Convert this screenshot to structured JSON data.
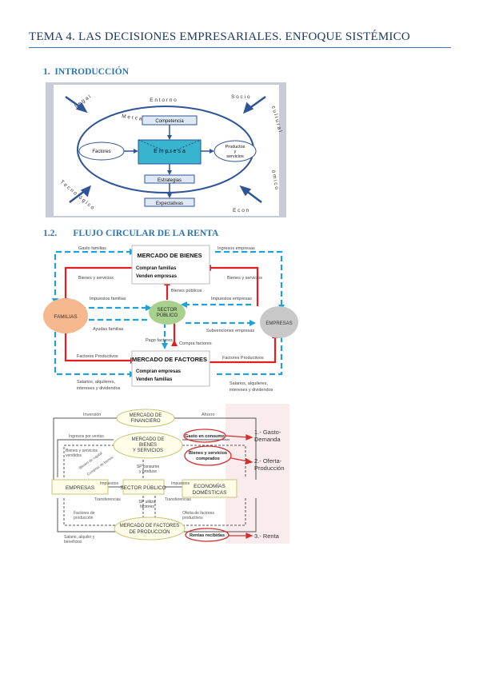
{
  "doc": {
    "title": "TEMA 4. LAS DECISIONES EMPRESARIALES. ENFOQUE SISTÉMICO"
  },
  "sections": [
    {
      "number": "1.",
      "title": "INTRODUCCIÓN"
    },
    {
      "number": "1.2.",
      "title": "FLUJO CIRCULAR DE LA RENTA"
    }
  ],
  "fig1": {
    "entorno": "E n t o r n o",
    "legal": "L e g a l",
    "socio": "S o c i o",
    "cultural": "c u l t u r a l",
    "tecnologico": "T e c n o l ó g i c o",
    "econo": "E c o n",
    "omico": "ó m i c o",
    "mercado": "M e r c a d o",
    "competencia": "Competencia",
    "empresa": "E m p r e s a",
    "factores": "Factores",
    "productos": "Productos",
    "y": "y",
    "servicios": "servicios",
    "estrategias": "Estrategias",
    "expectativas": "Expectativas"
  },
  "fig2": {
    "mercado_bienes": "MERCADO DE BIENES",
    "compran_familias": "Compran familias",
    "venden_empresas": "Venden empresas",
    "mercado_factores": "MERCADO DE FACTORES",
    "compran_empresas": "Compran empresas",
    "venden_familias": "Venden familias",
    "familias": "FAMILIAS",
    "empresas": "EMPRESAS",
    "sector_publico_1": "SECTOR",
    "sector_publico_2": "PÚBLICO",
    "gasto_familias": "Gasto familias",
    "ingresos_empresas": "Ingresos empresas",
    "bienes_servicios_l": "Bienes y servicios",
    "bienes_servicios_r": "Bienes y servicios",
    "bienes_publicos": "Bienes públicos",
    "impuestos_familias": "Impuestos familias",
    "impuestos_empresas": "Impuestos empresas",
    "ayudas_familias": "Ayudas familias",
    "subvenciones_empresas": "Subvenciones empresas",
    "pago_factores": "Pago factores",
    "compra_factores": "Compra factores",
    "factores_productivos_l": "Factores Productivos",
    "factores_productivos_r": "Factores Productivos",
    "salarios_1": "Salarios, alquileres,",
    "salarios_2": "intereses y dividendos",
    "salarios_r1": "Salarios, alquileres,",
    "salarios_r2": "intereses y dividendos"
  },
  "fig3": {
    "mercado_financiero_1": "MERCADO DE",
    "mercado_financiero_2": "FINANCIERO",
    "inversion": "Inversión",
    "ahorro": "Ahorro",
    "mercado_bienes_1": "MERCADO DE",
    "mercado_bienes_2": "BIENES",
    "mercado_bienes_3": "Y SERVICIOS",
    "ingresos_por_ventas": "Ingresos por ventas",
    "gasto_en_consumo": "Gasto en consumo",
    "bienes_vendidos_1": "Bienes y servicios",
    "bienes_vendidos_2": "vendidos",
    "bienes_comprados_1": "Bienes y servicios",
    "bienes_comprados_2": "comprados",
    "bienes_de_capital": "Bienes de capital",
    "compras_de_bienes": "Compras de bienes",
    "sp_consume_1": "SP consume",
    "sp_consume_2": "y produce",
    "empresas": "EMPRESAS",
    "sector_publico": "SECTOR PÚBLICO",
    "economias_1": "ECONOMÍAS",
    "economias_2": "DOMÉSTICAS",
    "impuestos_l": "Impuestos",
    "impuestos_r": "Impuestos",
    "transferencias_l": "Transferencias",
    "transferencias_r": "Transferencias",
    "sp_utiliza_1": "SP utiliza",
    "sp_utiliza_2": "factores",
    "factores_produccion_1": "Factores de",
    "factores_produccion_2": "producción",
    "oferta_factores_1": "Oferta de factores",
    "oferta_factores_2": "productivos",
    "mercado_factores_1": "MERCADO DE FACTORES",
    "mercado_factores_2": "DE PRODUCCIÓN",
    "rentas_recibidas": "Rentas recibidas",
    "salario_1": "Salario, alquiler y",
    "salario_2": "beneficios",
    "label_1a": "1.- Gasto-",
    "label_1b": "Demanda",
    "label_2a": "2.- Oferta-",
    "label_2b": "Producción",
    "label_3": "3.- Renta"
  }
}
